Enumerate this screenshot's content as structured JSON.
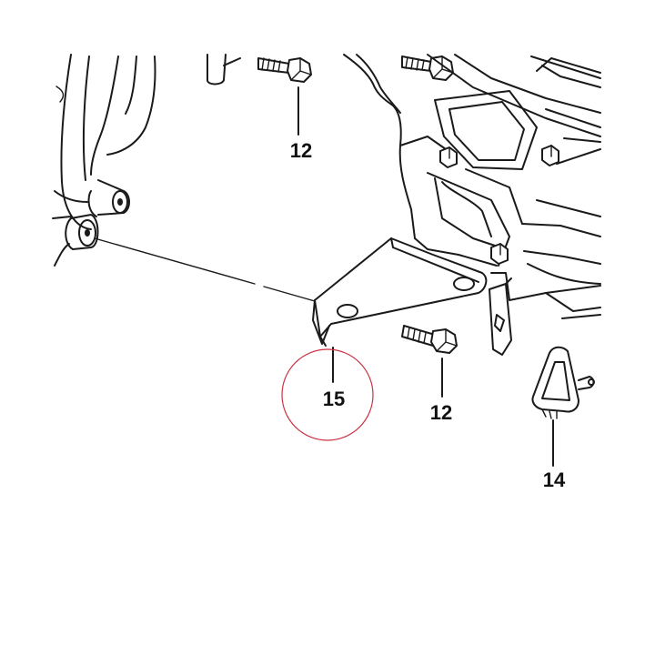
{
  "callouts": {
    "bolt_upper": "12",
    "bolt_lower": "12",
    "bracket": "15",
    "clip": "14"
  },
  "colors": {
    "line": "#1a1a1a",
    "highlight_circle": "#cc3344",
    "background": "#ffffff"
  }
}
